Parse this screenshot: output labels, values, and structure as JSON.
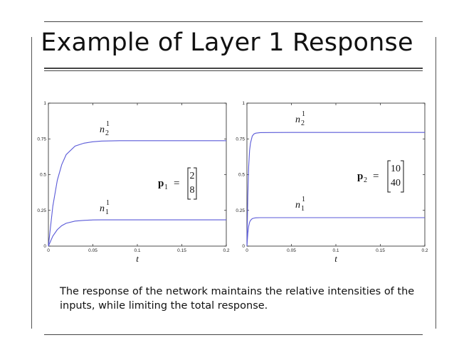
{
  "slide": {
    "title": "Example of Layer 1 Response",
    "caption": "The response of the network maintains the relative intensities of the inputs, while limiting the total response."
  },
  "chart_data": [
    {
      "type": "line",
      "xlabel": "t",
      "xlim": [
        0,
        0.2
      ],
      "ylim": [
        0,
        1
      ],
      "xticks": [
        0,
        0.05,
        0.1,
        0.15,
        0.2
      ],
      "xticklabels": [
        "0",
        "0.05",
        "0.1",
        "0.15",
        "0.2"
      ],
      "yticks": [
        0,
        0.25,
        0.5,
        0.75,
        1
      ],
      "yticklabels": [
        "0",
        "0.25",
        "0.5",
        "0.75",
        "1"
      ],
      "grid": false,
      "line_color": "#5a5ad8",
      "series": [
        {
          "label_base": "n",
          "label_sup": "1",
          "label_sub": "2",
          "x": [
            0,
            0.005,
            0.01,
            0.015,
            0.02,
            0.03,
            0.04,
            0.05,
            0.06,
            0.08,
            0.1,
            0.15,
            0.2
          ],
          "y": [
            0,
            0.28,
            0.46,
            0.57,
            0.64,
            0.7,
            0.72,
            0.73,
            0.735,
            0.737,
            0.737,
            0.737,
            0.737
          ]
        },
        {
          "label_base": "n",
          "label_sup": "1",
          "label_sub": "1",
          "x": [
            0,
            0.005,
            0.01,
            0.015,
            0.02,
            0.03,
            0.04,
            0.05,
            0.06,
            0.08,
            0.1,
            0.15,
            0.2
          ],
          "y": [
            0,
            0.07,
            0.115,
            0.143,
            0.16,
            0.175,
            0.18,
            0.183,
            0.184,
            0.184,
            0.184,
            0.184,
            0.184
          ]
        }
      ],
      "input": {
        "label": "p",
        "label_sub": "1",
        "equals": "=",
        "vector": [
          "2",
          "8"
        ]
      }
    },
    {
      "type": "line",
      "xlabel": "t",
      "xlim": [
        0,
        0.2
      ],
      "ylim": [
        0,
        1
      ],
      "xticks": [
        0,
        0.05,
        0.1,
        0.15,
        0.2
      ],
      "xticklabels": [
        "0",
        "0.05",
        "0.1",
        "0.15",
        "0.2"
      ],
      "yticks": [
        0,
        0.25,
        0.5,
        0.75,
        1
      ],
      "yticklabels": [
        "0",
        "0.25",
        "0.5",
        "0.75",
        "1"
      ],
      "grid": false,
      "line_color": "#5a5ad8",
      "series": [
        {
          "label_base": "n",
          "label_sup": "1",
          "label_sub": "2",
          "x": [
            0,
            0.001,
            0.002,
            0.003,
            0.004,
            0.006,
            0.008,
            0.01,
            0.015,
            0.05,
            0.1,
            0.2
          ],
          "y": [
            0,
            0.35,
            0.56,
            0.67,
            0.72,
            0.77,
            0.785,
            0.79,
            0.794,
            0.795,
            0.795,
            0.795
          ]
        },
        {
          "label_base": "n",
          "label_sup": "1",
          "label_sub": "1",
          "x": [
            0,
            0.001,
            0.002,
            0.003,
            0.004,
            0.006,
            0.008,
            0.01,
            0.015,
            0.05,
            0.1,
            0.2
          ],
          "y": [
            0,
            0.09,
            0.14,
            0.167,
            0.18,
            0.192,
            0.196,
            0.198,
            0.199,
            0.199,
            0.199,
            0.199
          ]
        }
      ],
      "input": {
        "label": "p",
        "label_sub": "2",
        "equals": "=",
        "vector": [
          "10",
          "40"
        ]
      }
    }
  ]
}
